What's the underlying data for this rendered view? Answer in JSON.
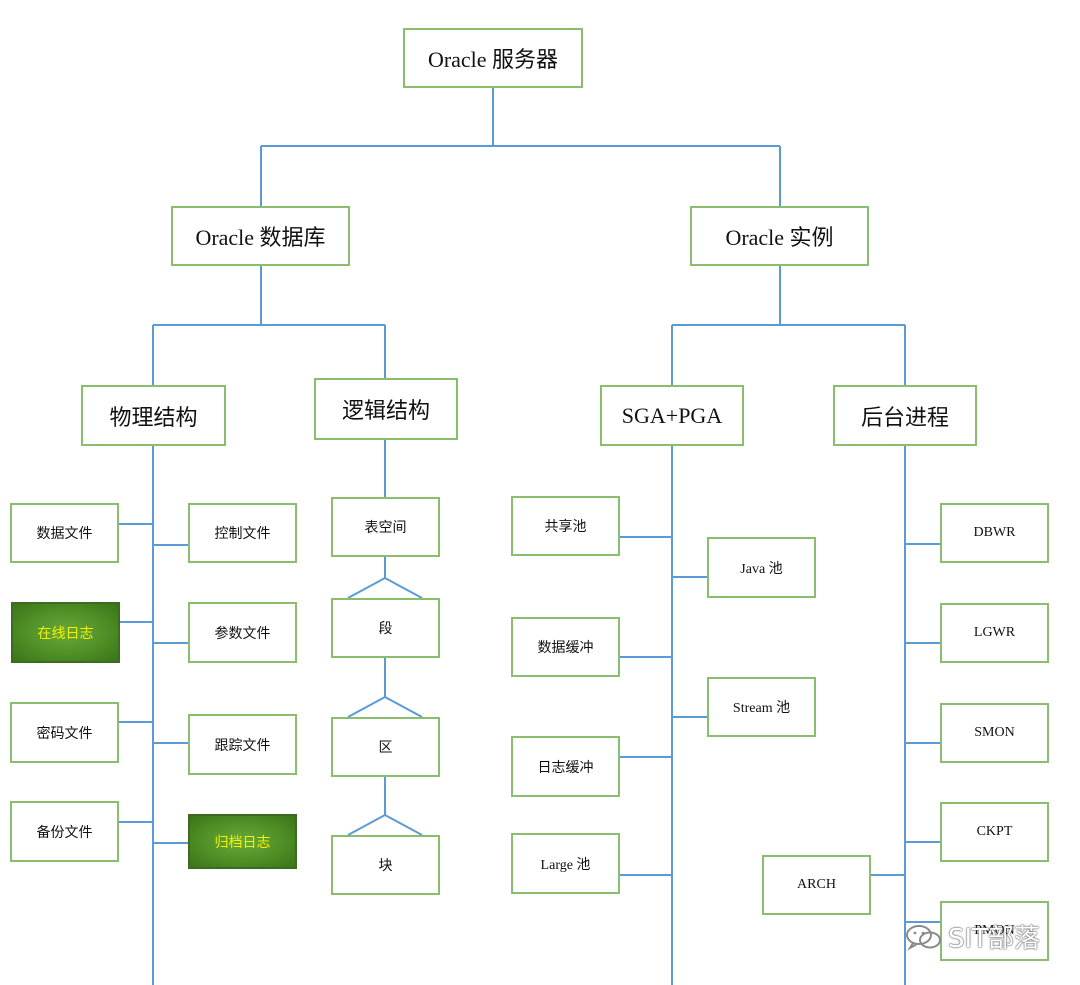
{
  "colors": {
    "line": "#5b9bd5",
    "box_border": "#8bbd6f",
    "highlight_fill": "#4f8f26",
    "highlight_text": "#f2f200"
  },
  "nodes": {
    "root": "Oracle 服务器",
    "database": "Oracle 数据库",
    "instance": "Oracle 实例",
    "physical": "物理结构",
    "logical": "逻辑结构",
    "sga_pga": "SGA+PGA",
    "background": "后台进程",
    "phys_datafile": "数据文件",
    "phys_controlfile": "控制文件",
    "phys_online_log": "在线日志",
    "phys_paramfile": "参数文件",
    "phys_passwordfile": "密码文件",
    "phys_tracefile": "跟踪文件",
    "phys_backupfile": "备份文件",
    "phys_archive_log": "归档日志",
    "log_tablespace": "表空间",
    "log_segment": "段",
    "log_extent": "区",
    "log_block": "块",
    "sga_shared_pool": "共享池",
    "sga_java_pool": "Java 池",
    "sga_db_buffer": "数据缓冲",
    "sga_stream_pool": "Stream 池",
    "sga_log_buffer": "日志缓冲",
    "sga_large_pool": "Large 池",
    "bg_dbwr": "DBWR",
    "bg_lgwr": "LGWR",
    "bg_smon": "SMON",
    "bg_ckpt": "CKPT",
    "bg_arch": "ARCH",
    "bg_pmon": "PMON"
  },
  "watermark": {
    "icon": "wechat-icon",
    "text": "SIT部落"
  }
}
